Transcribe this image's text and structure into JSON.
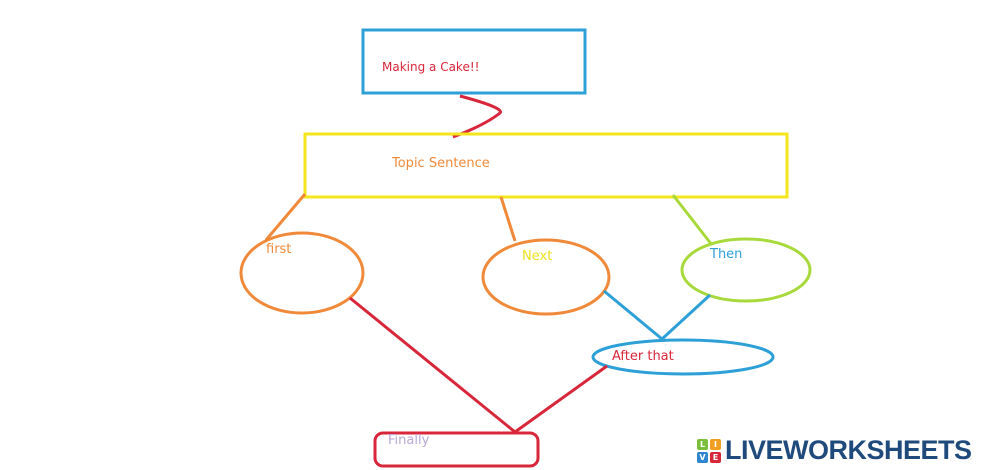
{
  "title_box": {
    "text": "Making a Cake!!",
    "color": "#d8263a",
    "border": "#2ea0d8"
  },
  "topic_box": {
    "text": "Topic Sentence",
    "color": "#f08a3a",
    "border": "#f5e61c"
  },
  "nodes": {
    "first": {
      "text": "first",
      "color": "#f08a3a"
    },
    "next": {
      "text": "Next",
      "color": "#eee020"
    },
    "then": {
      "text": "Then",
      "color": "#2ea0d8"
    },
    "after_that": {
      "text": "After that",
      "color": "#d8263a"
    },
    "finally": {
      "text": "Finally",
      "color": "#b8a8d8"
    }
  },
  "logo": {
    "letters": [
      "L",
      "I",
      "V",
      "E"
    ],
    "text": "LIVEWORKSHEETS"
  }
}
